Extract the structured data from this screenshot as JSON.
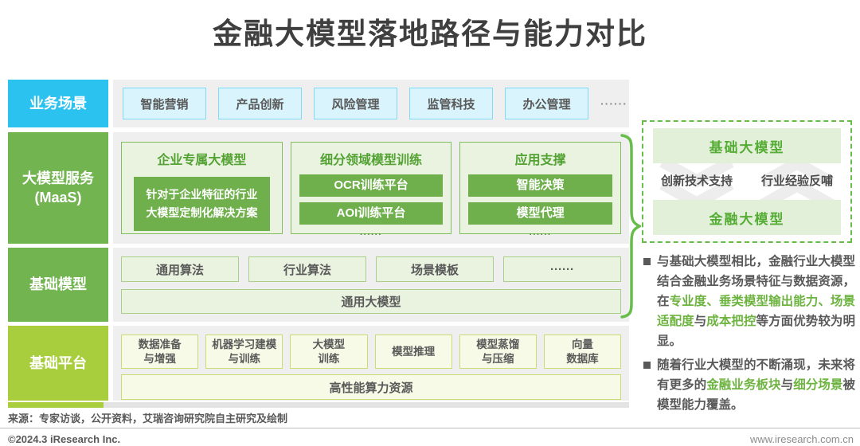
{
  "title": "金融大模型落地路径与能力对比",
  "colors": {
    "accent_cyan": "#2bc2ef",
    "accent_green": "#72b44f",
    "solid_green": "#6fb04c",
    "accent_lime": "#a9ce3d",
    "dashed_border_green": "#67bd49",
    "highlight_text_green": "#6db33f",
    "body_text_gray": "#595959"
  },
  "rows": {
    "scenarios": {
      "label": "业务场景",
      "items": [
        "智能营销",
        "产品创新",
        "风险管理",
        "监管科技",
        "办公管理"
      ],
      "more": "······"
    },
    "maas": {
      "label": "大模型服务\n(MaaS)",
      "columns": [
        {
          "title": "企业专属大模型",
          "content": "针对于企业特征的行业\n大模型定制化解决方案"
        },
        {
          "title": "细分领域模型训练",
          "items": [
            "OCR训练平台",
            "AOI训练平台"
          ],
          "more": "······"
        },
        {
          "title": "应用支撑",
          "items": [
            "智能决策",
            "模型代理"
          ],
          "more": "······"
        }
      ]
    },
    "foundation": {
      "label": "基础模型",
      "items": [
        "通用算法",
        "行业算法",
        "场景模板",
        "······"
      ],
      "wide": "通用大模型"
    },
    "platform": {
      "label": "基础平台",
      "items": [
        "数据准备\n与增强",
        "机器学习建模\n与训练",
        "大模型\n训练",
        "模型推理",
        "模型蒸馏\n与压缩",
        "向量\n数据库"
      ],
      "wide": "高性能算力资源"
    }
  },
  "comparison": {
    "top_box": "基础大模型",
    "bottom_box": "金融大模型",
    "down_arrow_label": "创新技术支持",
    "up_arrow_label": "行业经验反哺"
  },
  "notes": [
    {
      "segments": [
        {
          "text": "与基础大模型相比，金融行业大模型结合金融业务场景特征与数据资源，在",
          "highlight": false
        },
        {
          "text": "专业度、垂类模型输出能力、场景适配度",
          "highlight": true
        },
        {
          "text": "与",
          "highlight": false
        },
        {
          "text": "成本把控",
          "highlight": true
        },
        {
          "text": "等方面优势较为明显。",
          "highlight": false
        }
      ]
    },
    {
      "segments": [
        {
          "text": "随着行业大模型的不断涌现，未来将有更多的",
          "highlight": false
        },
        {
          "text": "金融业务板块",
          "highlight": true
        },
        {
          "text": "与",
          "highlight": false
        },
        {
          "text": "细分场景",
          "highlight": true
        },
        {
          "text": "被模型能力覆盖。",
          "highlight": false
        }
      ]
    }
  ],
  "footer": {
    "source": "来源：专家访谈，公开资料，艾瑞咨询研究院自主研究及绘制",
    "copyright": "©2024.3 iResearch Inc.",
    "website": "www.iresearch.com.cn"
  }
}
